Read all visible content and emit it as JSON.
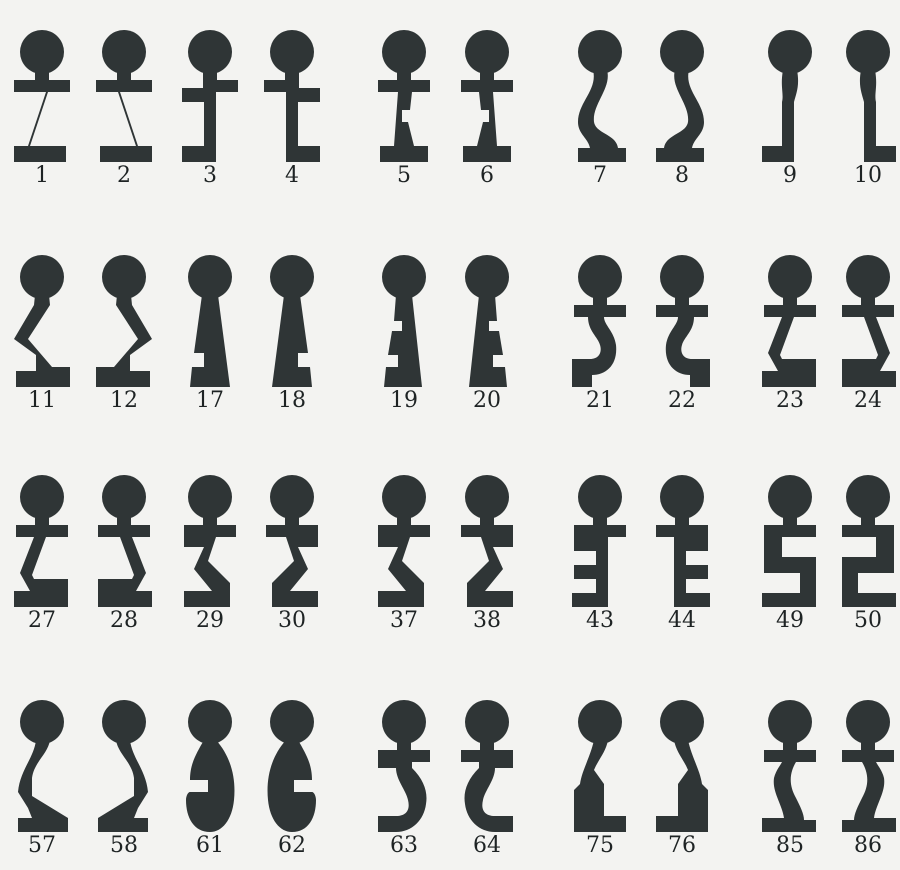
{
  "figures": [
    {
      "number": "1",
      "shape": "z-left"
    },
    {
      "number": "2",
      "shape": "z-right"
    },
    {
      "number": "3",
      "shape": "bracket-left"
    },
    {
      "number": "4",
      "shape": "bracket-right"
    },
    {
      "number": "5",
      "shape": "funnel-notch-left"
    },
    {
      "number": "6",
      "shape": "funnel-notch-right"
    },
    {
      "number": "7",
      "shape": "wave-left"
    },
    {
      "number": "8",
      "shape": "wave-right"
    },
    {
      "number": "9",
      "shape": "hook-left"
    },
    {
      "number": "10",
      "shape": "hook-right"
    },
    {
      "number": "11",
      "shape": "chevron-left"
    },
    {
      "number": "12",
      "shape": "chevron-right"
    },
    {
      "number": "17",
      "shape": "keyhole-notch-left"
    },
    {
      "number": "18",
      "shape": "keyhole-notch-right"
    },
    {
      "number": "19",
      "shape": "keyhole-steps-left"
    },
    {
      "number": "20",
      "shape": "keyhole-steps-right"
    },
    {
      "number": "21",
      "shape": "crescent-left"
    },
    {
      "number": "22",
      "shape": "crescent-right"
    },
    {
      "number": "23",
      "shape": "bar-z-left"
    },
    {
      "number": "24",
      "shape": "bar-z-right"
    },
    {
      "number": "27",
      "shape": "bar-z-left"
    },
    {
      "number": "28",
      "shape": "bar-z-right"
    },
    {
      "number": "29",
      "shape": "bar-zigzag-left"
    },
    {
      "number": "30",
      "shape": "bar-zigzag-right"
    },
    {
      "number": "37",
      "shape": "bar-zigzag-left"
    },
    {
      "number": "38",
      "shape": "bar-zigzag-right"
    },
    {
      "number": "43",
      "shape": "bar-e-left"
    },
    {
      "number": "44",
      "shape": "bar-e-right"
    },
    {
      "number": "49",
      "shape": "bar-s-left"
    },
    {
      "number": "50",
      "shape": "bar-s-right"
    },
    {
      "number": "57",
      "shape": "lean-left"
    },
    {
      "number": "58",
      "shape": "lean-right"
    },
    {
      "number": "61",
      "shape": "oval-notch-left"
    },
    {
      "number": "62",
      "shape": "oval-notch-right"
    },
    {
      "number": "63",
      "shape": "bar-crescent-left"
    },
    {
      "number": "64",
      "shape": "bar-crescent-right"
    },
    {
      "number": "75",
      "shape": "step-left"
    },
    {
      "number": "76",
      "shape": "step-right"
    },
    {
      "number": "85",
      "shape": "bar-curve-left"
    },
    {
      "number": "86",
      "shape": "bar-curve-right"
    }
  ],
  "colors": {
    "figure": "#2f3536",
    "background": "#f3f3f1",
    "label": "#1e2324"
  }
}
